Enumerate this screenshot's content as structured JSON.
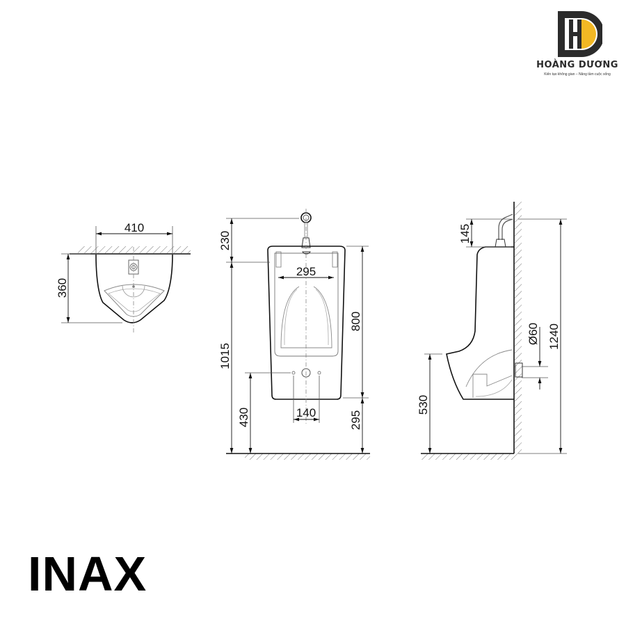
{
  "logo": {
    "initials": "HD",
    "name": "HOÀNG DƯƠNG",
    "tagline": "Kiến tạo không gian – Nâng tầm cuộc sống",
    "colors": {
      "dark": "#2b2b2b",
      "accent": "#f2b824"
    }
  },
  "brand": {
    "name": "INAX"
  },
  "views": {
    "top_view": {
      "width_label": "410",
      "depth_label": "360"
    },
    "front_view": {
      "flush_height_label": "230",
      "inner_width_label": "295",
      "body_height_label": "800",
      "total_height_label": "1015",
      "outlet_height_label": "430",
      "bolt_spacing_label": "140",
      "bottom_clearance_label": "295"
    },
    "side_view": {
      "flush_offset_label": "145",
      "outlet_diameter_label": "Ø60",
      "total_height_label": "1240",
      "lip_height_label": "530"
    }
  }
}
